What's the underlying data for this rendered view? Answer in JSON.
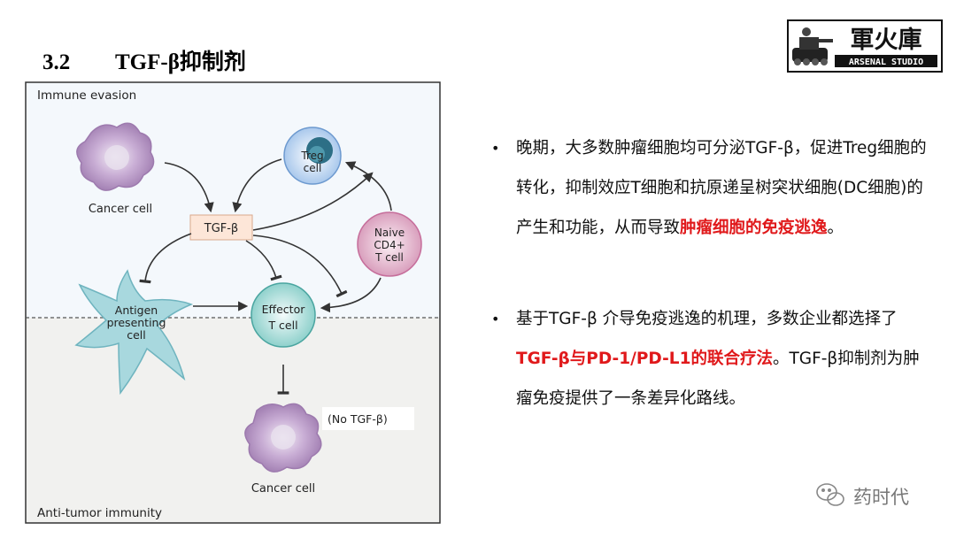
{
  "slide": {
    "number": "3.2",
    "title": "TGF-β抑制剂"
  },
  "logo": {
    "main_text": "軍火庫",
    "sub_text": "ARSENAL STUDIO"
  },
  "diagram": {
    "top_label": "Immune evasion",
    "bottom_label": "Anti-tumor immunity",
    "tgf_label": "TGF-β",
    "cancer_cell_top": "Cancer cell",
    "cancer_cell_bottom": "Cancer cell",
    "treg_line1": "Treg",
    "treg_line2": "cell",
    "naive_line1": "Naive",
    "naive_line2": "CD4+",
    "naive_line3": "T cell",
    "apc_line1": "Antigen",
    "apc_line2": "presenting",
    "apc_line3": "cell",
    "effector_line1": "Effector",
    "effector_line2": "T cell",
    "no_tgf": "(No TGF-β)"
  },
  "bullets": [
    {
      "text_before": "晚期，大多数肿瘤细胞均可分泌TGF-β，促进Treg细胞的转化，抑制效应T细胞和抗原递呈树突状细胞(DC细胞)的产生和功能，从而导致",
      "highlight": "肿瘤细胞的免疫逃逸",
      "text_after": "。"
    },
    {
      "text_before": "基于TGF-β 介导免疫逃逸的机理，多数企业都选择了",
      "highlight": "TGF-β与PD-1/PD-L1的联合疗法",
      "text_after": "。TGF-β抑制剂为肿瘤免疫提供了一条差异化路线。"
    }
  ],
  "bullet_symbol": "•",
  "watermark": {
    "text": "药时代",
    "icon": "wechat-icon"
  },
  "colors": {
    "highlight": "#e0191b",
    "tgf_box": "#fde6d8",
    "panel_top": "#f4f8fc",
    "panel_bottom": "#f1f1ef"
  }
}
